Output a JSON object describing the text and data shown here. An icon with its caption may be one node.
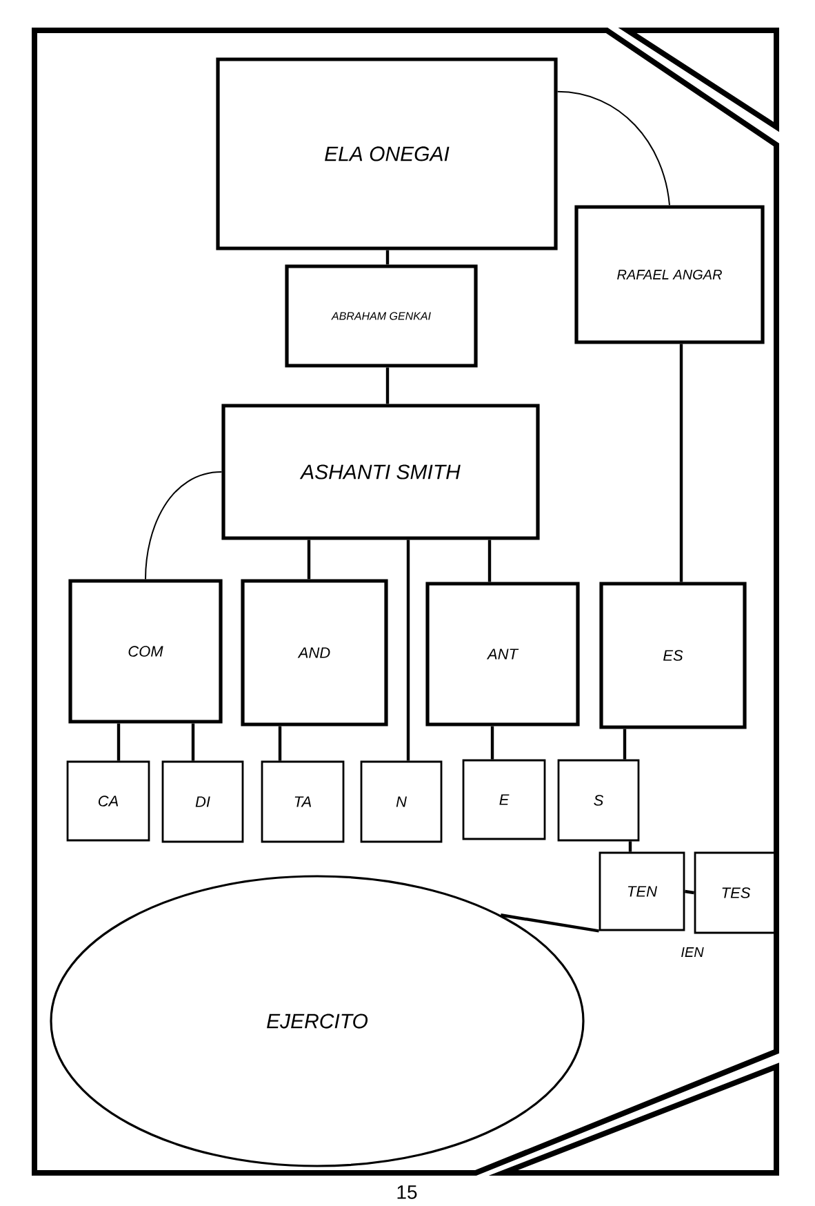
{
  "diagram": {
    "nodes": [
      {
        "text": [
          "ELA ONEGAI"
        ]
      },
      {
        "text": [
          "ABRAHAM GENKAI"
        ]
      },
      {
        "text": [
          "RAFAEL ANGAR"
        ]
      },
      {
        "text": [
          "ASHANTI SMITH"
        ]
      },
      {
        "text": [
          "COM"
        ]
      },
      {
        "text": [
          "AND"
        ]
      },
      {
        "text": [
          "ANT"
        ]
      },
      {
        "text": [
          "ES"
        ]
      },
      {
        "text": [
          "CA"
        ]
      },
      {
        "text": [
          "DI"
        ]
      },
      {
        "text": [
          "TA"
        ]
      },
      {
        "text": [
          "N"
        ]
      },
      {
        "text": [
          "E"
        ]
      },
      {
        "text": [
          "S"
        ]
      },
      {
        "text": [
          "TEN"
        ]
      },
      {
        "text": [
          "TES"
        ]
      },
      {
        "text": [
          "EJERCITO"
        ]
      }
    ],
    "edges": [
      {
        "from": 0,
        "to": 1,
        "arrow": "none"
      },
      {
        "from": 0,
        "to": 2,
        "arrow": "none"
      },
      {
        "from": 1,
        "to": 3,
        "arrow": "none"
      },
      {
        "from": 3,
        "to": 4,
        "arrow": "none"
      },
      {
        "from": 3,
        "to": 5,
        "arrow": "none"
      },
      {
        "from": 3,
        "to": 11,
        "arrow": "none"
      },
      {
        "from": 3,
        "to": 6,
        "arrow": "none"
      },
      {
        "from": 2,
        "to": 7,
        "arrow": "none"
      },
      {
        "from": 4,
        "to": 8,
        "arrow": "none"
      },
      {
        "from": 4,
        "to": 9,
        "arrow": "none"
      },
      {
        "from": 5,
        "to": 10,
        "arrow": "none"
      },
      {
        "from": 6,
        "to": 12,
        "arrow": "none"
      },
      {
        "from": 7,
        "to": 13,
        "arrow": "none"
      },
      {
        "from": 13,
        "to": 14,
        "arrow": "none"
      },
      {
        "from": 14,
        "to": 15,
        "arrow": "none"
      },
      {
        "from": 14,
        "to": 16,
        "arrow": "none"
      }
    ],
    "labels": [
      "IEN",
      "15"
    ]
  }
}
